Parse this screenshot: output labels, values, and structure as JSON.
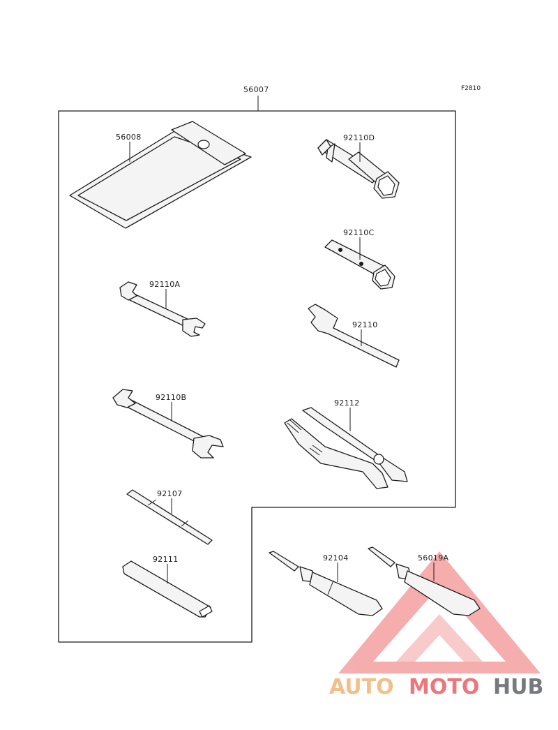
{
  "figure_code": "F2810",
  "parts": {
    "kit": "56007",
    "case": "56008",
    "socket_d": "92110D",
    "socket_c": "92110C",
    "wrench_a": "92110A",
    "hook_wrench": "92110",
    "wrench_b": "92110B",
    "pliers": "92112",
    "screwdriver": "92107",
    "handle": "92111",
    "grease": "92104",
    "grease_a": "56019A"
  },
  "watermark": {
    "word_1": "AUTO",
    "word_2": "MOTO",
    "word_3": "HUB",
    "color_1": "#f0b06c",
    "color_2": "#e8545a",
    "color_3": "#55595f"
  }
}
